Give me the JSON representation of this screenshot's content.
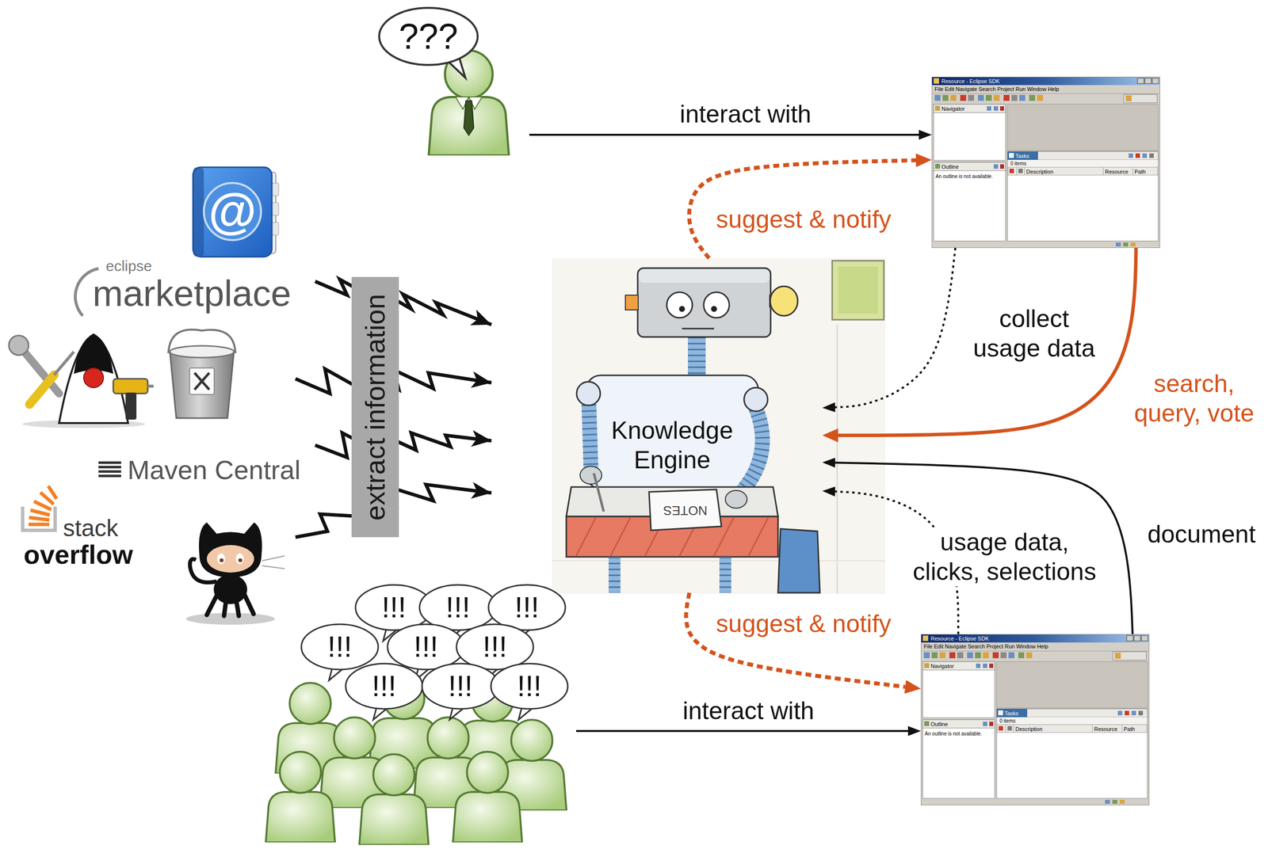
{
  "diagram": {
    "nodes": [
      {
        "text": [
          "???"
        ]
      },
      {
        "text": [
          "Resource - Eclipse SDK",
          "File Edit Navigate Search Project Run Window Help",
          "Navigator",
          "Outline",
          "An outline is not available.",
          "Tasks",
          "0 items",
          "Description",
          "Resource",
          "Path"
        ]
      },
      {
        "text": [
          "extract information"
        ]
      },
      {
        "text": [
          "Knowledge Engine"
        ]
      },
      {
        "text": [
          "Resource - Eclipse SDK",
          "File Edit Navigate Search Project Run Window Help",
          "Navigator",
          "Outline",
          "An outline is not available.",
          "Tasks",
          "0 items",
          "Description",
          "Resource",
          "Path"
        ]
      },
      {
        "text": [
          "!!!",
          "!!!",
          "!!!",
          "!!!",
          "!!!",
          "!!!",
          "!!!",
          "!!!",
          "!!!"
        ]
      }
    ],
    "edges": [
      {
        "from": 0,
        "to": 1,
        "label": "interact with",
        "arrow": "to"
      },
      {
        "from": 3,
        "to": 1,
        "label": "suggest & notify",
        "arrow": "to"
      },
      {
        "from": 1,
        "to": 3,
        "label": "collect usage data",
        "arrow": "to"
      },
      {
        "from": 1,
        "to": 3,
        "label": "search, query, vote",
        "arrow": "to"
      },
      {
        "from": 4,
        "to": 3,
        "label": "document",
        "arrow": "to"
      },
      {
        "from": 4,
        "to": 3,
        "label": "usage data, clicks, selections",
        "arrow": "to"
      },
      {
        "from": 3,
        "to": 4,
        "label": "suggest & notify",
        "arrow": "to"
      },
      {
        "from": 5,
        "to": 4,
        "label": "interact with",
        "arrow": "to"
      }
    ],
    "labels": [
      "@",
      "eclipse",
      "marketplace",
      "Maven Central",
      "stack",
      "overflow",
      "NOTES"
    ]
  }
}
